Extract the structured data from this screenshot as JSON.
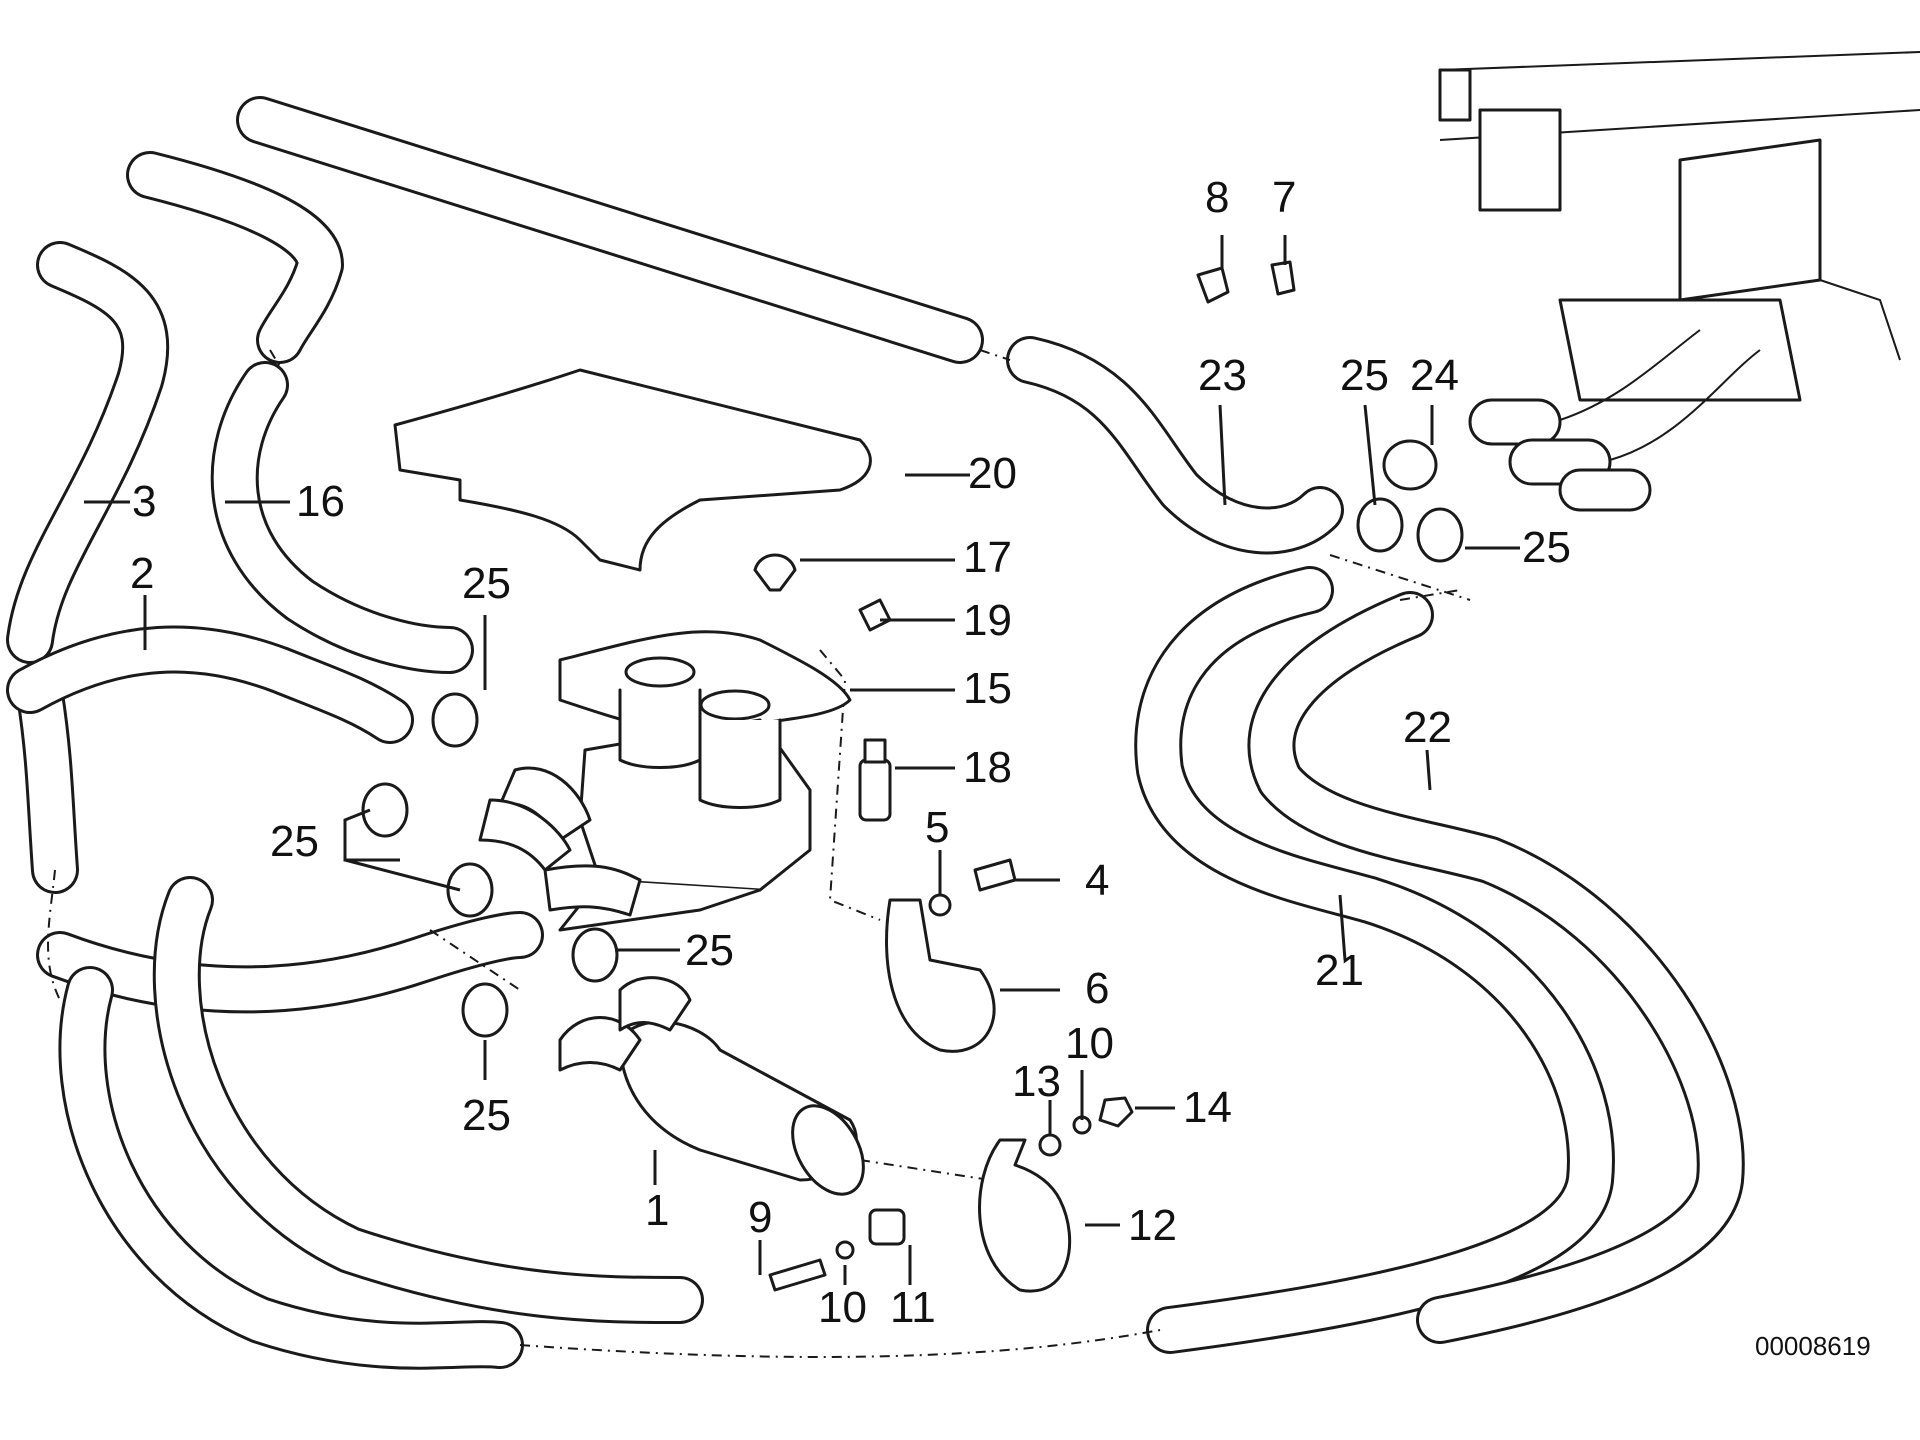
{
  "diagram": {
    "reference_number": "00008619",
    "callouts": {
      "c1": "1",
      "c2": "2",
      "c3": "3",
      "c4": "4",
      "c5": "5",
      "c6": "6",
      "c7": "7",
      "c8": "8",
      "c9": "9",
      "c10a": "10",
      "c10b": "10",
      "c11": "11",
      "c12": "12",
      "c13": "13",
      "c14": "14",
      "c15": "15",
      "c16": "16",
      "c17": "17",
      "c18": "18",
      "c19": "19",
      "c20": "20",
      "c21": "21",
      "c22": "22",
      "c23": "23",
      "c24": "24",
      "c25a": "25",
      "c25b": "25",
      "c25c": "25",
      "c25d": "25",
      "c25e": "25",
      "c25f": "25"
    }
  }
}
